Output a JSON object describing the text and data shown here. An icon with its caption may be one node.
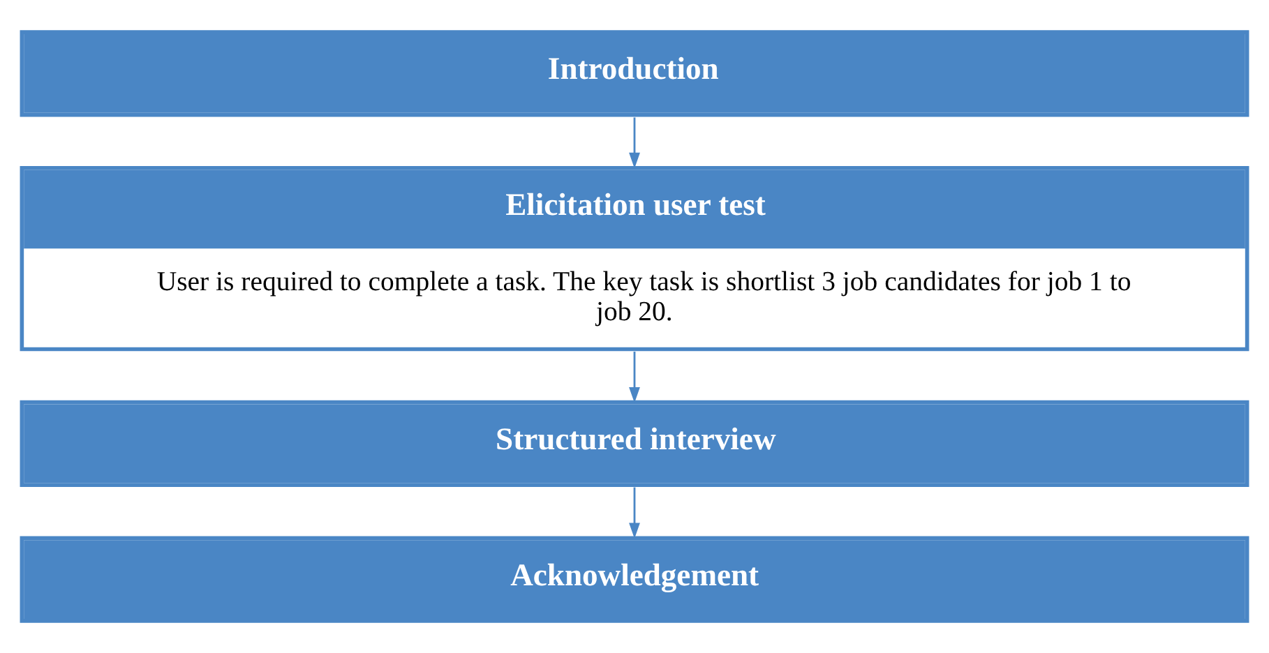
{
  "diagram": {
    "nodes": [
      {
        "text": [
          "Introduction"
        ]
      },
      {
        "text": [
          "Elicitation user test",
          "User is required to complete a task. The key task is shortlist 3 job candidates for job 1 to job 20."
        ]
      },
      {
        "text": [
          "Structured interview"
        ]
      },
      {
        "text": [
          "Acknowledgement"
        ]
      }
    ],
    "edges": [
      {
        "from": 0,
        "to": 1,
        "arrow": "to"
      },
      {
        "from": 1,
        "to": 2,
        "arrow": "to"
      },
      {
        "from": 2,
        "to": 3,
        "arrow": "to"
      }
    ]
  }
}
